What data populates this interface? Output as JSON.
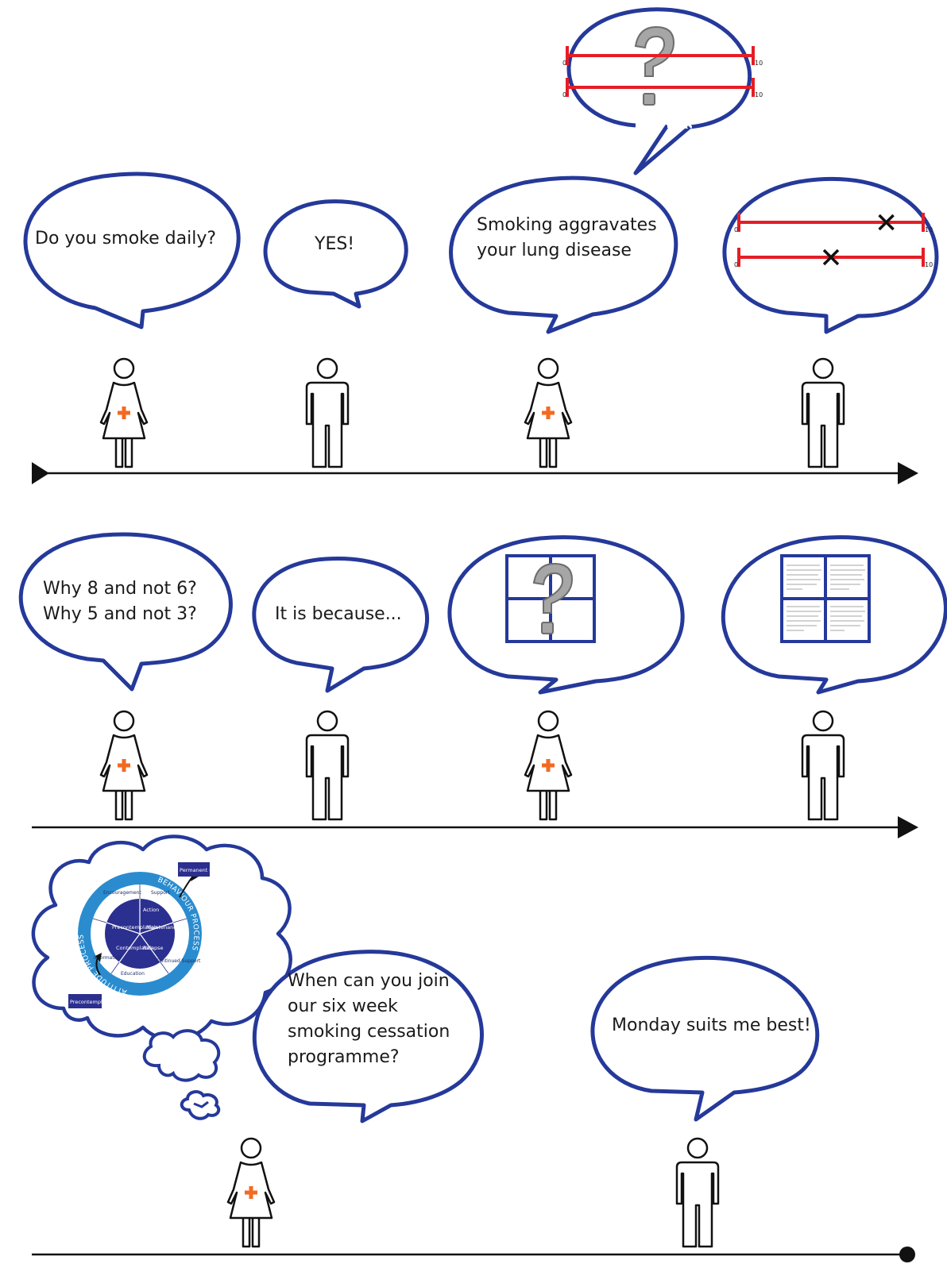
{
  "colors": {
    "bubble_stroke": "#25399a",
    "scale_red": "#e41e26",
    "cross_orange": "#f26a21",
    "wheel_ring": "#2a8ccf",
    "wheel_center": "#2b2f8f",
    "figure_stroke": "#111111"
  },
  "row1": {
    "bubble_1": "Do you smoke daily?",
    "bubble_2": "YES!",
    "bubble_3_line1": "Smoking aggravates",
    "bubble_3_line2": "your lung disease",
    "scale_min": "0",
    "scale_max": "10",
    "answer_scale_1": 8,
    "answer_scale_2": 5
  },
  "row2": {
    "bubble_1_line1": "Why 8 and not 6?",
    "bubble_1_line2": "Why 5 and not 3?",
    "bubble_2": "It is because..."
  },
  "row3": {
    "bubble_1_line1": "When can you join",
    "bubble_1_line2": "our six week",
    "bubble_1_line3": "smoking cessation",
    "bubble_1_line4": "programme?",
    "bubble_2": "Monday suits me best!",
    "wheel": {
      "arc_left": "ATTITUDE PROCESS",
      "arc_right": "BEHAVIOUR PROCESS",
      "center_stages": [
        "Action",
        "Maintenance",
        "Relapse",
        "Contemplation",
        "Precontemplation"
      ],
      "ring_labels": [
        "Encouragement",
        "Support",
        "Continued Support",
        "Education",
        "Information"
      ],
      "box_top": "Permanent Change",
      "box_bottom": "Precontemplation"
    }
  }
}
